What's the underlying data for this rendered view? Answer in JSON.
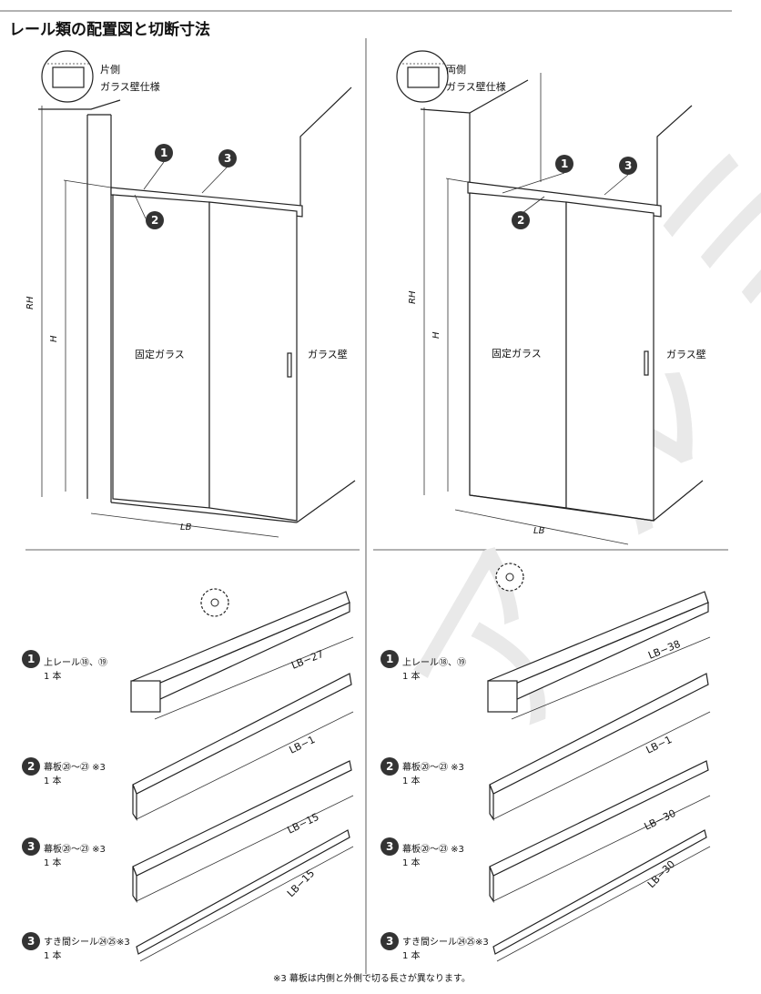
{
  "page_title": "レール類の配置図と切断寸法",
  "top_left": {
    "spec_line1": "片側",
    "spec_line2": "ガラス壁仕様",
    "label_fixed_glass": "固定ガラス",
    "label_glass_wall": "ガラス壁",
    "dim_rh": "RH",
    "dim_h": "H",
    "dim_lb": "LB",
    "callouts": [
      "1",
      "2",
      "3"
    ]
  },
  "top_right": {
    "spec_line1": "両側",
    "spec_line2": "ガラス壁仕様",
    "label_fixed_glass": "固定ガラス",
    "label_glass_wall": "ガラス壁",
    "dim_rh": "RH",
    "dim_h": "H",
    "dim_lb": "LB",
    "callouts": [
      "1",
      "2",
      "3"
    ]
  },
  "parts_left": [
    {
      "num": "1",
      "name": "上レール⑱、⑲",
      "qty": "1 本",
      "cut": "LB−27"
    },
    {
      "num": "2",
      "name": "幕板⑳〜㉓ ※3",
      "qty": "1 本",
      "cut": "LB−1"
    },
    {
      "num": "3",
      "name": "幕板⑳〜㉓ ※3",
      "qty": "1 本",
      "cut": "LB−15"
    },
    {
      "num": "3",
      "name": "すき間シール㉔㉕※3",
      "qty": "1 本",
      "cut": "LB−15"
    }
  ],
  "parts_right": [
    {
      "num": "1",
      "name": "上レール⑱、⑲",
      "qty": "1 本",
      "cut": "LB−38"
    },
    {
      "num": "2",
      "name": "幕板⑳〜㉓ ※3",
      "qty": "1 本",
      "cut": "LB−1"
    },
    {
      "num": "3",
      "name": "幕板⑳〜㉓ ※3",
      "qty": "1 本",
      "cut": "LB−30"
    },
    {
      "num": "3",
      "name": "すき間シール㉔㉕※3",
      "qty": "1 本",
      "cut": "LB−30"
    }
  ],
  "footnote": "※3 幕板は内側と外側で切る長さが異なります。"
}
